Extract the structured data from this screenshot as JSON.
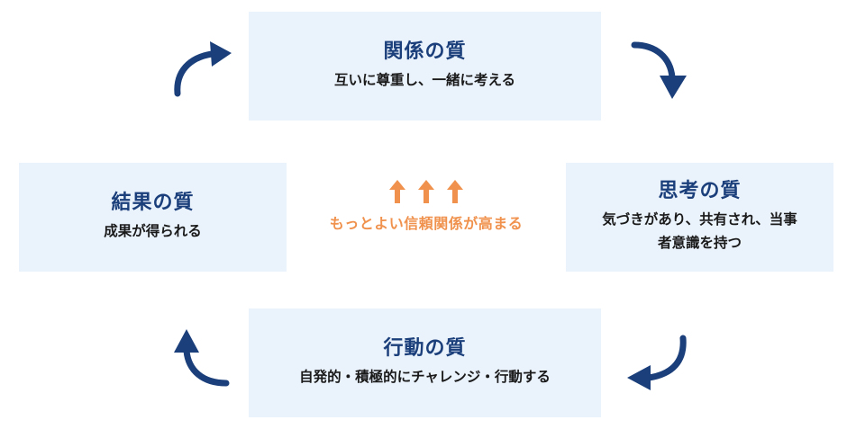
{
  "boxes": {
    "top": {
      "title": "関係の質",
      "desc": "互いに尊重し、一緒に考える"
    },
    "right": {
      "title": "思考の質",
      "desc": "気づきがあり、共有され、当事者意識を持つ"
    },
    "bottom": {
      "title": "行動の質",
      "desc": "自発的・積極的にチャレンジ・行動する"
    },
    "left": {
      "title": "結果の質",
      "desc": "成果が得られる"
    }
  },
  "center": {
    "text": "もっとよい信頼関係が高まる"
  },
  "colors": {
    "box_bg": "#eaf2fc",
    "title": "#1b3f7a",
    "arrow": "#1b3f7a",
    "accent": "#f0924d",
    "text": "#1a1a1a"
  },
  "icons": {
    "cycle_arrow": "curved-arrow-icon",
    "up_arrow": "up-arrow-icon"
  }
}
